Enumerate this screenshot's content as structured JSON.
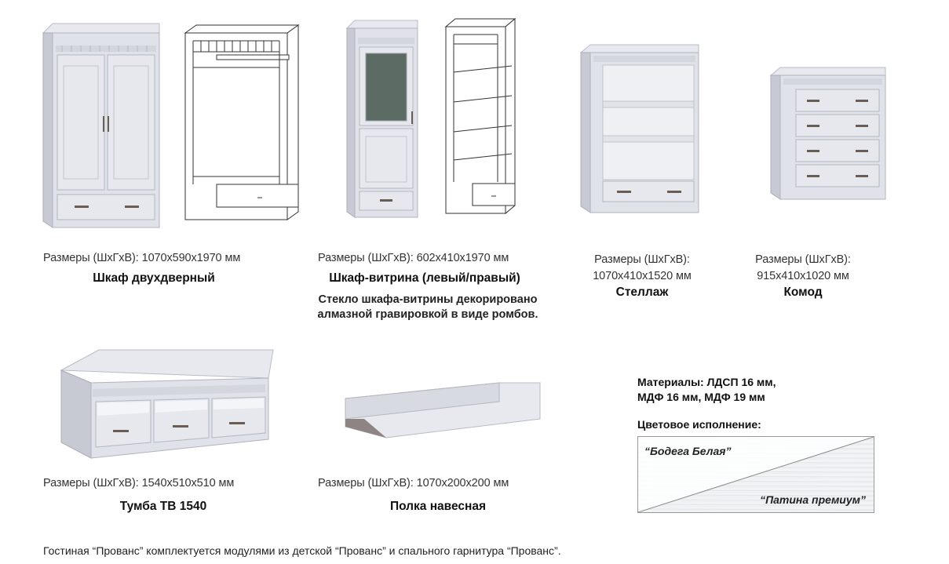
{
  "items": [
    {
      "dims": "Размеры (ШхГхВ): 1070х590х1970 мм",
      "name": "Шкаф двухдверный"
    },
    {
      "dims": "Размеры (ШхГхВ): 602х410х1970 мм",
      "name": "Шкаф-витрина (левый/правый)",
      "note_line1": "Стекло шкафа-витрины декорировано",
      "note_line2": "алмазной гравировкой в виде ромбов."
    },
    {
      "dims_line1": "Размеры (ШхГхВ):",
      "dims_line2": "1070х410х1520 мм",
      "name": "Стеллаж"
    },
    {
      "dims_line1": "Размеры (ШхГхВ):",
      "dims_line2": "915х410х1020 мм",
      "name": "Комод"
    },
    {
      "dims": "Размеры (ШхГхВ): 1540х510х510 мм",
      "name": "Тумба ТВ 1540"
    },
    {
      "dims": "Размеры (ШхГхВ): 1070х200х200 мм",
      "name": "Полка навесная"
    }
  ],
  "materials": {
    "line1": "Материалы: ЛДСП 16 мм,",
    "line2": "МДФ 16 мм, МДФ 19 мм"
  },
  "color": {
    "title": "Цветовое исполнение:",
    "swatch1": "“Бодега Белая”",
    "swatch2": "“Патина премиум”"
  },
  "footer": "Гостиная “Прованс” комплектуется модулями из детской “Прованс” и спального гарнитура “Прованс”."
}
